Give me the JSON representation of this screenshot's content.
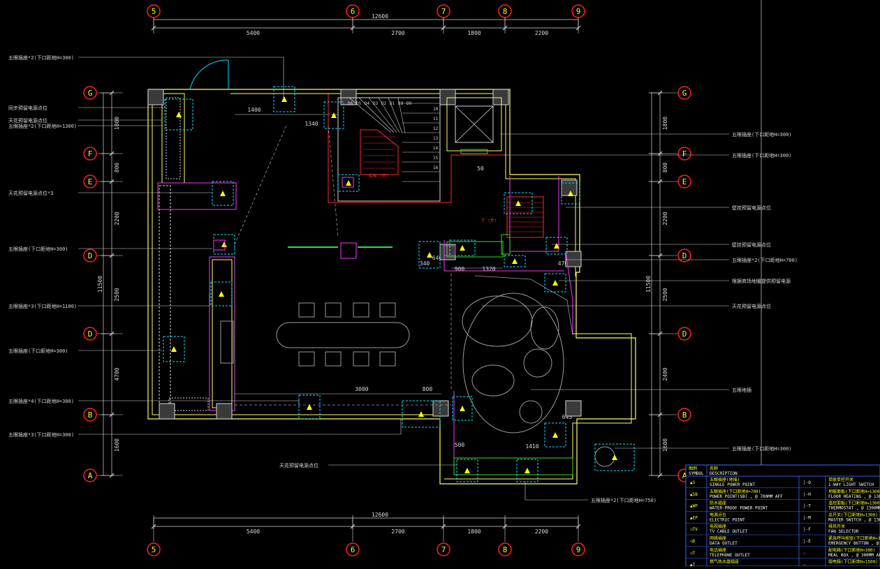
{
  "grid": {
    "columns": [
      "5",
      "6",
      "7",
      "8",
      "9"
    ],
    "rows_left": [
      "G",
      "F",
      "E",
      "D",
      "D",
      "B",
      "A"
    ],
    "rows_right": [
      "G",
      "F",
      "E",
      "D",
      "D",
      "B",
      "A"
    ]
  },
  "dims": {
    "top_total": "12600",
    "top_segments": [
      "5400",
      "2700",
      "1800",
      "2200"
    ],
    "bottom_total": "12600",
    "bottom_segments": [
      "5400",
      "2700",
      "1800",
      "2200"
    ],
    "left_total": "11500",
    "left_segments": [
      "1800",
      "800",
      "2200",
      "2500",
      "4700",
      "1600"
    ],
    "right_total": "11500",
    "right_segments": [
      "1800",
      "800",
      "2200",
      "2500",
      "2400",
      "1600"
    ],
    "interior": [
      "1400",
      "1340",
      "3000",
      "800",
      "900",
      "1320",
      "500",
      "645",
      "1410",
      "340",
      "640",
      "470",
      "50"
    ]
  },
  "stair_numbers": [
    "D6",
    "D5",
    "D4",
    "D3",
    "D2",
    "D1",
    "D8",
    "D9",
    "10",
    "11",
    "12",
    "13",
    "14",
    "15",
    "16"
  ],
  "plan_labels": {
    "stair_down": "下 (步)",
    "stair_red": "楼梯 (步)"
  },
  "annotations_left": [
    "五眼插座*2(下口距地H=300)",
    "同步预留电源点位",
    "天花预留电源点位",
    "五眼插座*2(下口距地H=1300)",
    "天花预留电源点位*3",
    "五眼插座(下口距地H=300)",
    "五眼插座*3(下口距地H=1100)",
    "五眼插座(下口距地H=300)",
    "五眼插座*4(下口距地H=300)",
    "五眼插座*3(下口距地H=300)"
  ],
  "annotations_right": [
    "五眼插座(下口距地H=300)",
    "五眼插座(下口距地H=300)",
    "壁挂预留电源点位",
    "壁挂预留电源点位",
    "五眼插座*2(下口距地H=700)",
    "根据商场地暖提供预留电源",
    "天花预留电源点位",
    "五眼地插",
    "五眼插座(下口距地H=300)"
  ],
  "annotations_bottom": [
    "天花预留电源点位",
    "五眼插座*2(下口距地H=750)"
  ],
  "legend": {
    "header_symbol": "图例",
    "header_symbol_en": "SYMBOL",
    "header_name": "名称",
    "header_name_en": "DESCRIPTION",
    "left_rows": [
      {
        "symbol": "▲S",
        "cn": "五眼插座(地插)",
        "en": "SINGLE POWER POINT"
      },
      {
        "symbol": "▲5B",
        "cn": "五眼插座(下口距地H=700)",
        "en": "POWER POINT(5B) , @ 700MM AFF"
      },
      {
        "symbol": "▲WP",
        "cn": "防水插座",
        "en": "WATER-PROOF POWER POINT"
      },
      {
        "symbol": "▲EP",
        "cn": "电源点位",
        "en": "ELECTRIC POINT"
      },
      {
        "symbol": "◁TV",
        "cn": "电视插座",
        "en": "TV CABLE  OUTLET"
      },
      {
        "symbol": "◁D",
        "cn": "网络插座",
        "en": "DATA  OUTLET"
      },
      {
        "symbol": "◁T",
        "cn": "电话插座",
        "en": "TELEPHONE  OUTLET"
      },
      {
        "symbol": "▲T",
        "cn": "燃气热水器插座",
        "en": ""
      }
    ],
    "right_rows": [
      {
        "symbol": "|-O",
        "cn": "单联单控开关",
        "en": "1-WAY LIGHT SWITCH"
      },
      {
        "symbol": "|-H",
        "cn": "地暖面板(下口距地H=1300)",
        "en": "FLOOR HEATING , @ 1300MM AFF"
      },
      {
        "symbol": "|-T",
        "cn": "温控面板(下口距地H=1300)",
        "en": "THERMOSTAT , @ 1300MM AFF"
      },
      {
        "symbol": "|-M",
        "cn": "总开关(下口距地H=1300)",
        "en": "MASTER SWITCH , @ 1300MM AFF"
      },
      {
        "symbol": "|-F",
        "cn": "排风开关",
        "en": "FAN SELECTOR"
      },
      {
        "symbol": "|-E",
        "cn": "紧急呼叫按钮(下口距地H=300)",
        "en": "EMERGENCY BUTTON , @ 300MM AFF"
      },
      {
        "symbol": "▭",
        "cn": "配电箱(下口距地H=300)",
        "en": "MEAL BOX , @ 300MM AFF"
      },
      {
        "symbol": "▭",
        "cn": "弱电箱(下口距地H=1500)",
        "en": ""
      }
    ]
  },
  "colors": {
    "background": "#000000",
    "wall": "#ffff66",
    "dim": "#d9d9d9",
    "grid_bubble": "#ff2020",
    "grid_text": "#ffff00",
    "dashed": "#9a9a9a",
    "magenta": "#ff33ff",
    "cyan": "#00e5ff",
    "red": "#ff2a2a",
    "green": "#33dd33",
    "legend_blue": "#3a6bff"
  },
  "icons": [
    "grid-bubble",
    "power-outlet-icon",
    "door-swing-icon",
    "elevator-icon"
  ]
}
